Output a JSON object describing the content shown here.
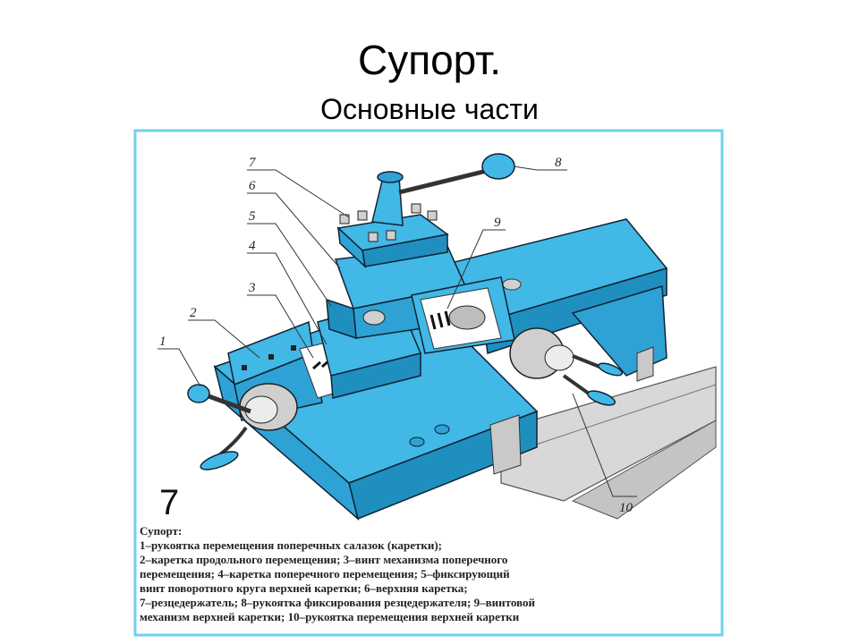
{
  "slide": {
    "title": "Супорт.",
    "subtitle": "Основные части"
  },
  "figure": {
    "number": "7",
    "labels": [
      "1",
      "2",
      "3",
      "4",
      "5",
      "6",
      "7",
      "8",
      "9",
      "10"
    ],
    "caption_lines": [
      "Супорт:",
      "1–рукоятка перемещения поперечных салазок (каретки);",
      "2–каретка продольного перемещения; 3–винт механизма поперечного",
      "перемещения; 4–каретка поперечного перемещения; 5–фиксирующий",
      "винт поворотного круга верхней каретки; 6–верхняя каретка;",
      "7–резцедержатель; 8–рукоятка фиксирования резцедержателя; 9–винтовой",
      "механизм верхней каретки; 10–рукоятка перемещения верхней каретки"
    ]
  },
  "colors": {
    "machine_blue": "#41b8e6",
    "machine_dark": "#1f8fc0",
    "frame_cyan": "#6fd0ee",
    "metal_gray": "#b9b9b9"
  }
}
